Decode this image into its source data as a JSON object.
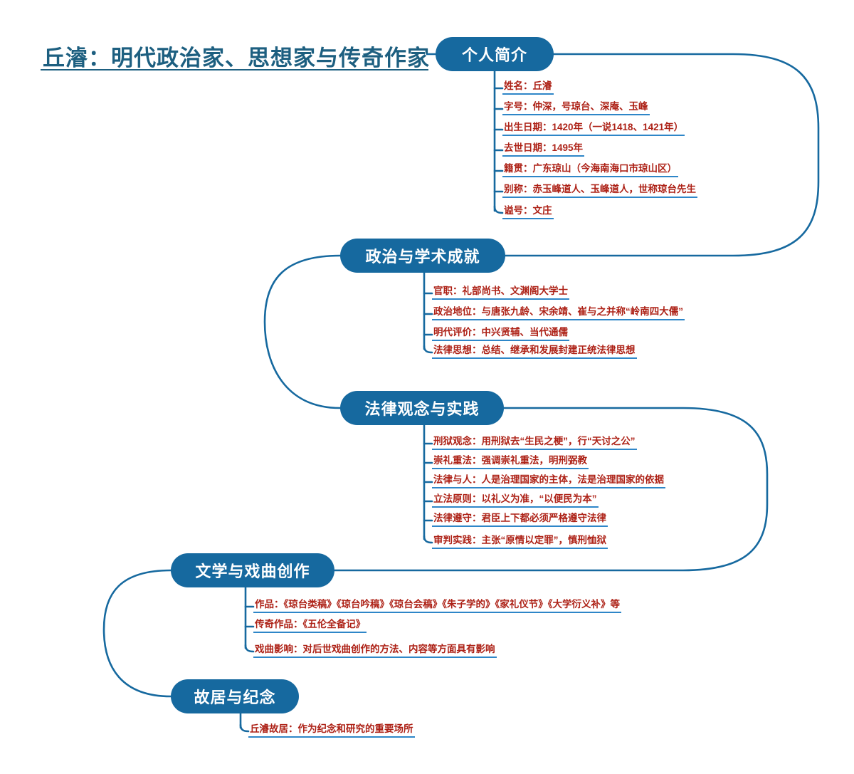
{
  "theme": {
    "node_fill": "#16699f",
    "node_text": "#ffffff",
    "leaf_text": "#ad2116",
    "leaf_underline": "#2e86c8",
    "link_stroke": "#16699f",
    "title_color": "#1d5f80",
    "background": "#ffffff"
  },
  "root": {
    "title": "丘濬：明代政治家、思想家与传奇作家"
  },
  "branches": [
    {
      "id": "profile",
      "label": "个人简介",
      "leaves": [
        "姓名：丘濬",
        "字号：仲深，号琼台、深庵、玉峰",
        "出生日期：1420年（一说1418、1421年）",
        "去世日期：1495年",
        "籍贯：广东琼山（今海南海口市琼山区）",
        "别称：赤玉峰道人、玉峰道人，世称琼台先生",
        "谥号：文庄"
      ]
    },
    {
      "id": "politics",
      "label": "政治与学术成就",
      "leaves": [
        "官职：礼部尚书、文渊阁大学士",
        "政治地位：与唐张九龄、宋余靖、崔与之并称“岭南四大儒”",
        "明代评价：中兴贤辅、当代通儒",
        "法律思想：总结、继承和发展封建正统法律思想"
      ]
    },
    {
      "id": "law",
      "label": "法律观念与实践",
      "leaves": [
        "刑狱观念：用刑狱去“生民之梗”，行“天讨之公”",
        "崇礼重法：强调崇礼重法，明刑弼教",
        "法律与人：人是治理国家的主体，法是治理国家的依据",
        "立法原则：以礼义为准，“以便民为本”",
        "法律遵守：君臣上下都必须严格遵守法律",
        "审判实践：主张“原情以定罪”，慎刑恤狱"
      ]
    },
    {
      "id": "literature",
      "label": "文学与戏曲创作",
      "leaves": [
        "作品：《琼台类稿》《琼台吟稿》《琼台会稿》《朱子学的》《家礼仪节》《大学衍义补》等",
        "传奇作品：《五伦全备记》",
        "戏曲影响：对后世戏曲创作的方法、内容等方面具有影响"
      ]
    },
    {
      "id": "memorial",
      "label": "故居与纪念",
      "leaves": [
        "丘濬故居：作为纪念和研究的重要场所"
      ]
    }
  ]
}
